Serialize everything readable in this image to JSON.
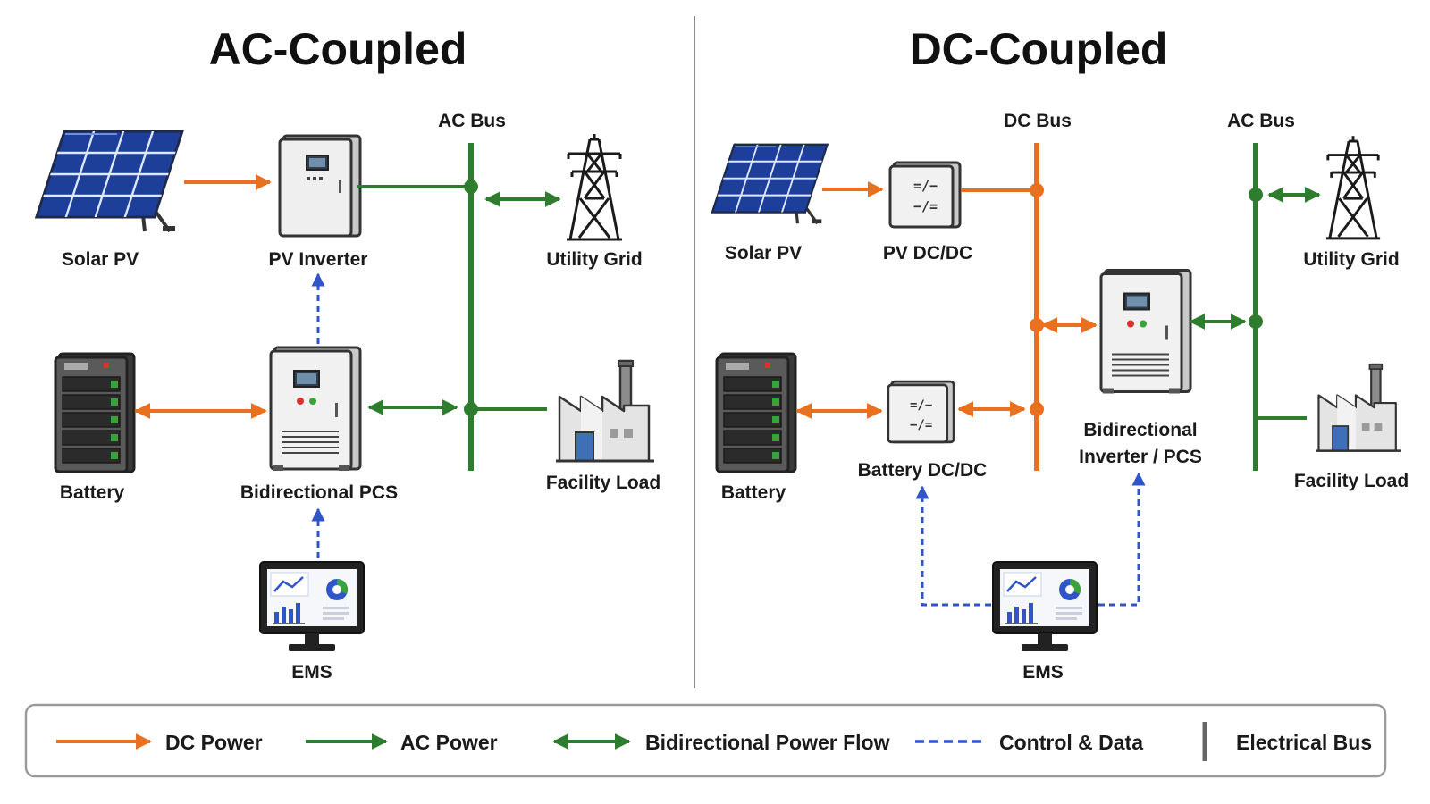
{
  "colors": {
    "dc_power": "#e8701e",
    "ac_power": "#2e7d2e",
    "control": "#2f55c8",
    "bus_legend": "#666666"
  },
  "ac_coupled": {
    "title": "AC-Coupled",
    "ac_bus_label": "AC Bus",
    "solar_pv": "Solar PV",
    "pv_inverter": "PV Inverter",
    "utility_grid": "Utility Grid",
    "battery": "Battery",
    "bidirectional_pcs": "Bidirectional PCS",
    "facility_load": "Facility Load",
    "ems": "EMS"
  },
  "dc_coupled": {
    "title": "DC-Coupled",
    "dc_bus_label": "DC Bus",
    "ac_bus_label": "AC Bus",
    "solar_pv": "Solar PV",
    "pv_dcdc": "PV DC/DC",
    "utility_grid": "Utility Grid",
    "battery": "Battery",
    "battery_dcdc": "Battery DC/DC",
    "inverter_line1": "Bidirectional",
    "inverter_line2": "Inverter / PCS",
    "facility_load": "Facility Load",
    "ems": "EMS"
  },
  "converter_icon": {
    "top": "=/−",
    "bottom": "−/="
  },
  "legend": {
    "dc_power": "DC Power",
    "ac_power": "AC Power",
    "bidirectional": "Bidirectional Power Flow",
    "control": "Control & Data",
    "bus": "Electrical Bus"
  }
}
